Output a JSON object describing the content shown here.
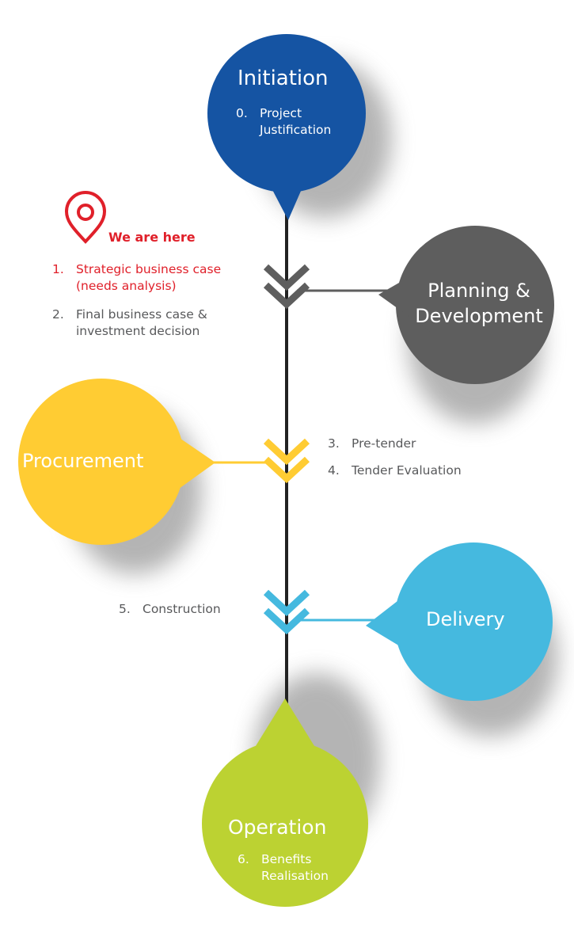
{
  "colors": {
    "initiation": "#1554a3",
    "planning": "#5e5e5e",
    "procurement": "#ffcc33",
    "delivery": "#45b9df",
    "operation": "#bcd232",
    "highlight": "#e0202a",
    "timeline": "#222222"
  },
  "marker": {
    "icon": "location-pin-icon",
    "label": "We are here"
  },
  "stages": {
    "initiation": {
      "title": "Initiation",
      "steps": [
        {
          "num": "0.",
          "line1": "Project",
          "line2": "Justification"
        }
      ]
    },
    "planning": {
      "title_line1": "Planning &",
      "title_line2": "Development",
      "steps": [
        {
          "num": "1.",
          "line1": "Strategic business case",
          "line2": "(needs analysis)",
          "current": true
        },
        {
          "num": "2.",
          "line1": "Final business case &",
          "line2": "investment decision"
        }
      ]
    },
    "procurement": {
      "title": "Procurement",
      "steps": [
        {
          "num": "3.",
          "line1": "Pre-tender"
        },
        {
          "num": "4.",
          "line1": "Tender Evaluation"
        }
      ]
    },
    "delivery": {
      "title": "Delivery",
      "steps": [
        {
          "num": "5.",
          "line1": "Construction"
        }
      ]
    },
    "operation": {
      "title": "Operation",
      "steps": [
        {
          "num": "6.",
          "line1": "Benefits",
          "line2": "Realisation"
        }
      ]
    }
  }
}
